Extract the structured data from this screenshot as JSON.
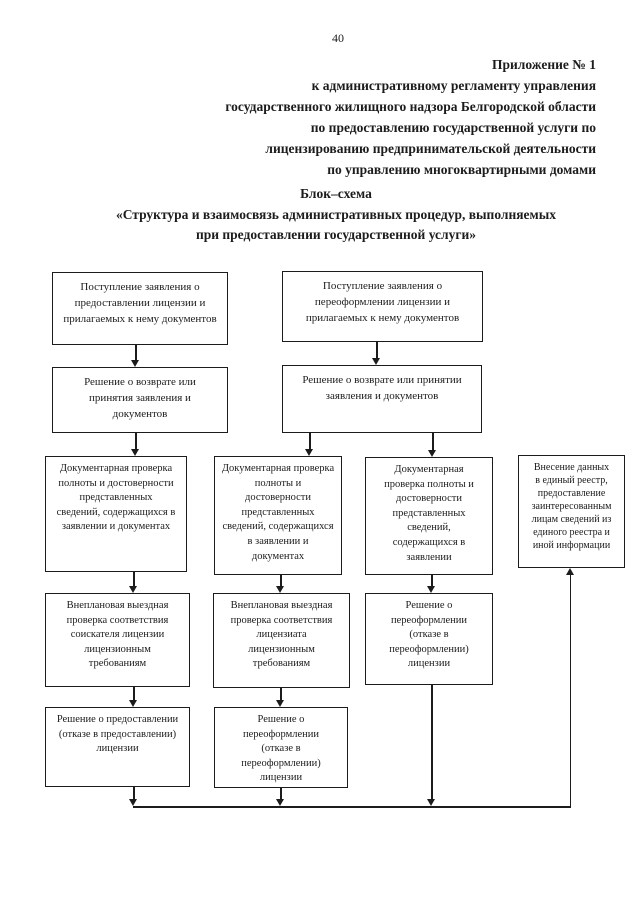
{
  "page": {
    "page_number": "40",
    "header_lines": [
      "Приложение № 1",
      "к административному регламенту управления",
      "государственного жилищного надзора Белгородской области",
      "по предоставлению государственной услуги по",
      "лицензированию предпринимательской деятельности",
      "по управлению многоквартирными домами"
    ],
    "title": {
      "heading": "Блок–схема",
      "subtitle_line1": "«Структура и взаимосвязь административных процедур, выполняемых",
      "subtitle_line2": "при предоставлении государственной услуги»"
    }
  },
  "flowchart": {
    "boxes": {
      "license_application": "Поступление заявления о\nпредоставлении лицензии и\nприлагаемых к нему документов",
      "license_decision_return": "Решение о возврате или\nпринятия заявления и\nдокументов",
      "license_doc_check": "Документарная проверка\nполноты и достоверности\nпредставленных\nсведений, содержащихся в\nзаявлении и документах",
      "license_field_check": "Внеплановая выездная\nпроверка соответствия\nсоискателя лицензии\nлицензионным\nтребованиям",
      "license_final_decision": "Решение о предоставлении\n(отказе в предоставлении)\nлицензии",
      "reissue_application": "Поступление заявления о\nпереоформлении лицензии и\nприлагаемых к нему документов",
      "reissue_decision_return": "Решение о возврате или принятии\nзаявления и документов",
      "reissue_doc_check": "Документарная проверка\nполноты и\nдостоверности\nпредставленных\nсведений, содержащихся\nв заявлении и\nдокументах",
      "licensee_field_check": "Внеплановая выездная\nпроверка соответствия\nлицензиата\nлицензионным\nтребованиям",
      "reissue_final_decision": "Решение о\nпереоформлении\n(отказе в\nпереоформлении)\nлицензии",
      "statement_doc_check": "Документарная\nпроверка полноты и\nдостоверности\nпредставленных\nсведений,\nсодержащихся в\nзаявлении",
      "reissue_decision": "Решение о\nпереоформлении\n(отказе в\nпереоформлении)\nлицензии",
      "registry_entry": "Внесение данных\nв единый реестр,\nпредоставление\nзаинтересованным\nлицам сведений из\nединого реестра и\nиной информации"
    }
  },
  "colors": {
    "ink": "#1c1c1c",
    "paper": "#ffffff"
  }
}
